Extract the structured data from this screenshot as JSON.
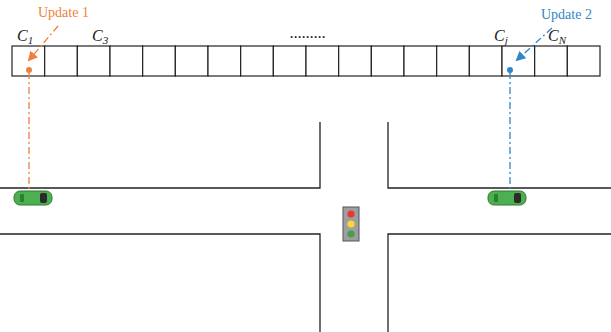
{
  "diagram": {
    "labels": [
      "Update 1",
      "C1",
      "C3",
      ".........",
      "Cj",
      "CN",
      "Update 2"
    ]
  }
}
